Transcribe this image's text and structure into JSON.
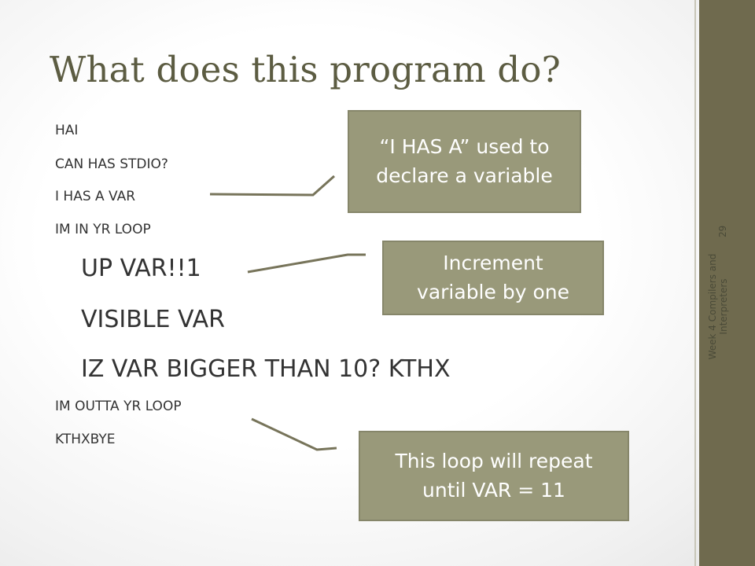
{
  "slide": {
    "title": "What does this program do?",
    "code_lines": [
      "HAI",
      "CAN HAS STDIO?",
      "I HAS A VAR",
      "IM IN YR LOOP",
      "UP VAR!!1",
      "VISIBLE VAR",
      "IZ VAR BIGGER THAN 10? KTHX",
      "IM OUTTA YR LOOP",
      "KTHXBYE"
    ],
    "callouts": [
      {
        "line1": "“I HAS A” used to",
        "line2": "declare a variable"
      },
      {
        "line1": "Increment",
        "line2": "variable by one"
      },
      {
        "line1": "This loop will repeat",
        "line2": "until VAR = 11"
      }
    ],
    "sidebar_text": "Week 4 Compilers and Interpreters",
    "slide_number": "29"
  },
  "colors": {
    "title": "#5c5c42",
    "callout_fill": "#99997a",
    "sidebar": "#6f6a4e",
    "connector": "#77745a"
  }
}
